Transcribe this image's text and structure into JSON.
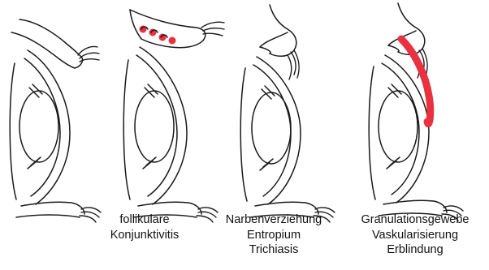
{
  "accent_color": "#e8323f",
  "stages": [
    {
      "id": "normal",
      "caption": []
    },
    {
      "id": "follicular",
      "caption": [
        "follikulare",
        "Konjunktivitis"
      ]
    },
    {
      "id": "scarring",
      "caption": [
        "Narbenverziehung",
        "Entropium",
        "Trichiasis"
      ]
    },
    {
      "id": "blindness",
      "caption": [
        "Granulationsgewebe",
        "Vaskularisierung",
        "Erblindung"
      ]
    }
  ]
}
